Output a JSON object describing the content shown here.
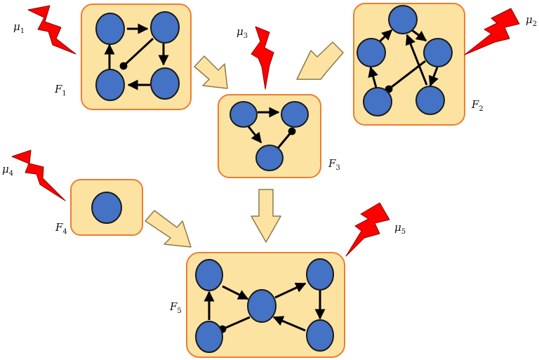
{
  "diagram": {
    "colors": {
      "panel_fill": "#FDE3A2",
      "panel_stroke": "#ED7D31",
      "node_fill": "#4472C4",
      "node_stroke": "#1a1a1a",
      "edge": "#000000",
      "bolt_fill": "#FF0000",
      "bolt_stroke": "#8B0000",
      "flow_arrow_fill": "#FDE3A2",
      "flow_arrow_stroke": "#8C7A4A"
    },
    "panels": [
      {
        "id": "F1",
        "label": "F",
        "sub": "1"
      },
      {
        "id": "F2",
        "label": "F",
        "sub": "2"
      },
      {
        "id": "F3",
        "label": "F",
        "sub": "3"
      },
      {
        "id": "F4",
        "label": "F",
        "sub": "4"
      },
      {
        "id": "F5",
        "label": "F",
        "sub": "5"
      }
    ],
    "shocks": [
      {
        "id": "mu1",
        "label": "μ",
        "sub": "1"
      },
      {
        "id": "mu2",
        "label": "μ",
        "sub": "2"
      },
      {
        "id": "mu3",
        "label": "μ",
        "sub": "3"
      },
      {
        "id": "mu4",
        "label": "μ",
        "sub": "4"
      },
      {
        "id": "mu5",
        "label": "μ",
        "sub": "5"
      }
    ],
    "flows": [
      {
        "from": "F1",
        "to": "F3"
      },
      {
        "from": "F2",
        "to": "F3"
      },
      {
        "from": "F3",
        "to": "F5"
      },
      {
        "from": "F4",
        "to": "F5"
      }
    ],
    "icons": {
      "shock": "lightning-bolt-icon",
      "flow": "block-arrow-icon"
    }
  }
}
